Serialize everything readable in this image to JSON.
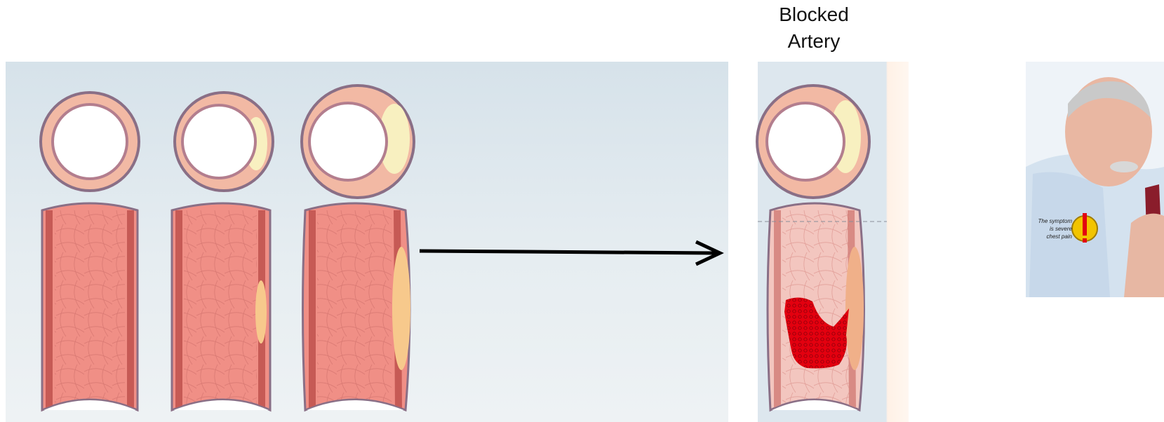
{
  "title_lines": [
    "Blocked",
    "Artery"
  ],
  "photo": {
    "caption_lines": [
      "The symptom",
      "is severe",
      "chest pain"
    ],
    "warning_glyph": "!"
  },
  "icons": {
    "progression_arrow": "right-arrow-icon",
    "warning": "warning-exclamation-icon"
  },
  "colors": {
    "artery_wall": "#e4a79a",
    "artery_inner": "#f08f86",
    "plaque": "#f6ecb0",
    "clot": "#e3000f"
  }
}
